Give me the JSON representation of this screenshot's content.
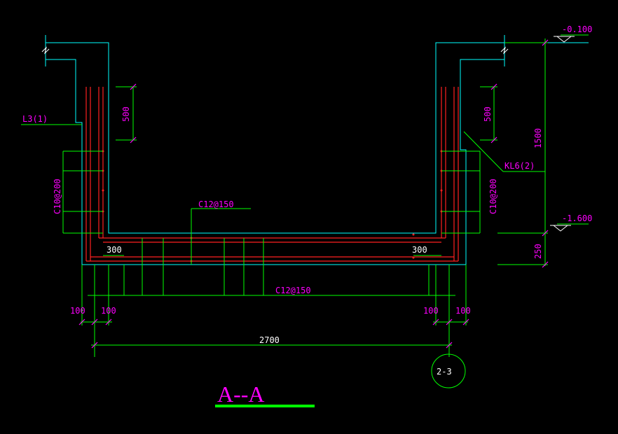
{
  "section_title": "A--A",
  "labels": {
    "elev_top": "-0.100",
    "elev_bottom": "-1.600",
    "beam_left": "L3(1)",
    "beam_right": "KL6(2)",
    "dim_500_left": "500",
    "dim_500_right": "500",
    "dim_1500": "1500",
    "dim_250": "250",
    "rebar_wall_left": "C10@200",
    "rebar_wall_right": "C10@200",
    "rebar_slab_top": "C12@150",
    "rebar_slab_bottom": "C12@150",
    "dim_300_left": "300",
    "dim_300_right": "300",
    "dim_100_a": "100",
    "dim_100_b": "100",
    "dim_100_c": "100",
    "dim_100_d": "100",
    "dim_2700": "2700",
    "detail_ref": "2-3"
  },
  "colors": {
    "background": "#000000",
    "outline": "#00ffff",
    "rebar": "#ff2020",
    "dimension": "#00ff00",
    "text": "#ff00ff",
    "leader": "#ffffff",
    "title_underline": "#00ff00"
  }
}
